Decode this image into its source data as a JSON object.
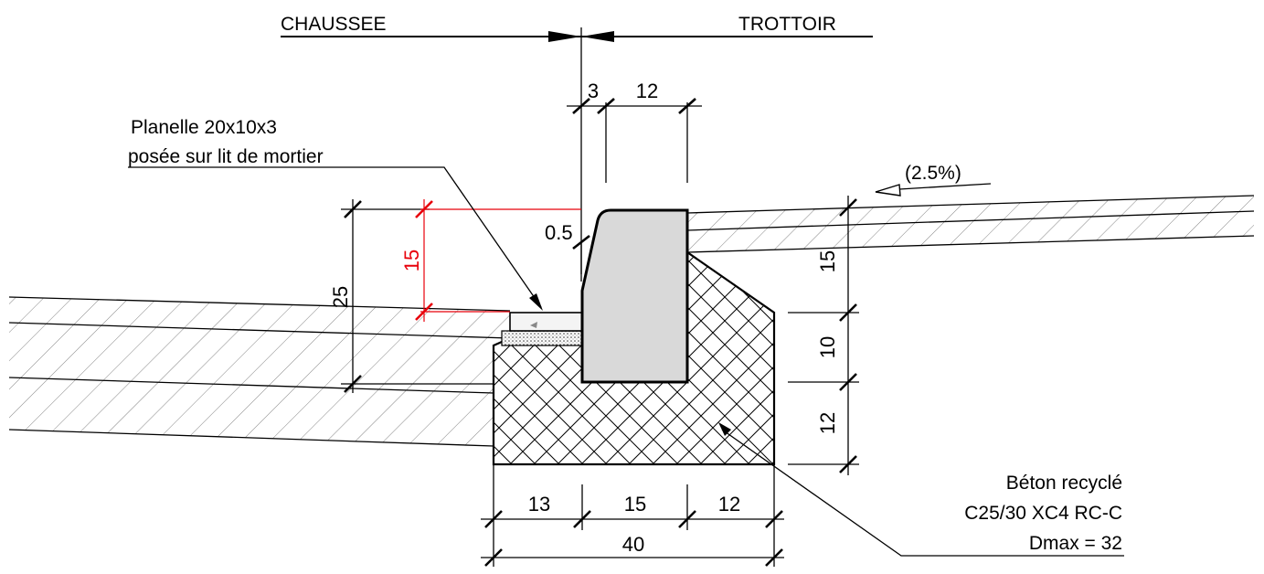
{
  "headers": {
    "left": "CHAUSSEE",
    "right": "TROTTOIR"
  },
  "callouts": {
    "planelle_line1": "Planelle 20x10x3",
    "planelle_line2": "posée sur lit de mortier",
    "slope": "(2.5%)",
    "beton_line1": "Béton recyclé",
    "beton_line2": "C25/30 XC4 RC-C",
    "beton_line3": "Dmax = 32"
  },
  "dimensions": {
    "top_gap": "3",
    "top_width": "12",
    "chamfer": "0.5",
    "total_height": "25",
    "reveal_height": "15",
    "right_h_top": "15",
    "right_h_mid": "10",
    "right_h_bot": "12",
    "bottom_left": "13",
    "bottom_mid": "15",
    "bottom_right": "12",
    "bottom_total": "40"
  },
  "colors": {
    "ink": "#000000",
    "accent": "#e8000b",
    "curb_fill": "#d9d9d9"
  }
}
